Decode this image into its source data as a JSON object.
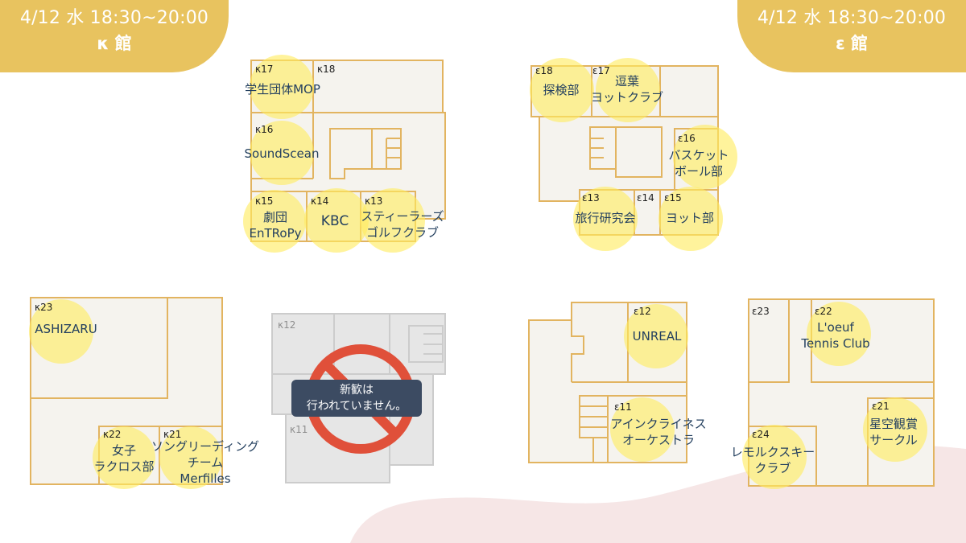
{
  "kappa_badge": {
    "datetime": "4/12 水 18:30~20:00",
    "hall": "κ 館"
  },
  "epsilon_badge": {
    "datetime": "4/12 水 18:30~20:00",
    "hall": "ε 館"
  },
  "rooms": {
    "k17": {
      "code": "κ17",
      "club": "学生団体MOP"
    },
    "k18": {
      "code": "κ18"
    },
    "k16": {
      "code": "κ16",
      "club": "SoundScean"
    },
    "k15": {
      "code": "κ15",
      "club": "劇団\nEnTRoPy"
    },
    "k14": {
      "code": "κ14",
      "club": "KBC"
    },
    "k13": {
      "code": "κ13",
      "club": "スティーラーズ\nゴルフクラブ"
    },
    "e18": {
      "code": "ε18",
      "club": "探検部"
    },
    "e17": {
      "code": "ε17",
      "club": "逗葉\nヨットクラブ"
    },
    "e16": {
      "code": "ε16",
      "club": "バスケット\nボール部"
    },
    "e13": {
      "code": "ε13",
      "club": "旅行研究会"
    },
    "e14": {
      "code": "ε14"
    },
    "e15": {
      "code": "ε15",
      "club": "ヨット部"
    },
    "k23": {
      "code": "κ23",
      "club": "ASHIZARU"
    },
    "k22": {
      "code": "κ22",
      "club": "女子\nラクロス部"
    },
    "k21": {
      "code": "κ21",
      "club": "ソングリーディング\nチーム\nMerfilles"
    },
    "k12": {
      "code": "κ12"
    },
    "k11": {
      "code": "κ11"
    },
    "e12": {
      "code": "ε12",
      "club": "UNREAL"
    },
    "e11": {
      "code": "ε11",
      "club": "アインクライネス\nオーケストラ"
    },
    "e23": {
      "code": "ε23"
    },
    "e22": {
      "code": "ε22",
      "club": "L'oeuf\nTennis Club"
    },
    "e21": {
      "code": "ε21",
      "club": "星空観賞\nサークル"
    },
    "e24": {
      "code": "ε24",
      "club": "レモルクスキー\nクラブ"
    }
  },
  "closed_notice": "新歓は\n行われていません。",
  "colors": {
    "badge": "#e8c35f",
    "wall": "#e2b460",
    "floor": "#f5f3ee",
    "highlight": "#ffec60",
    "text": "#24405f",
    "notice_bg": "#3c4b62",
    "prohibited": "#e0503a",
    "wave": "#f6e6e6"
  }
}
